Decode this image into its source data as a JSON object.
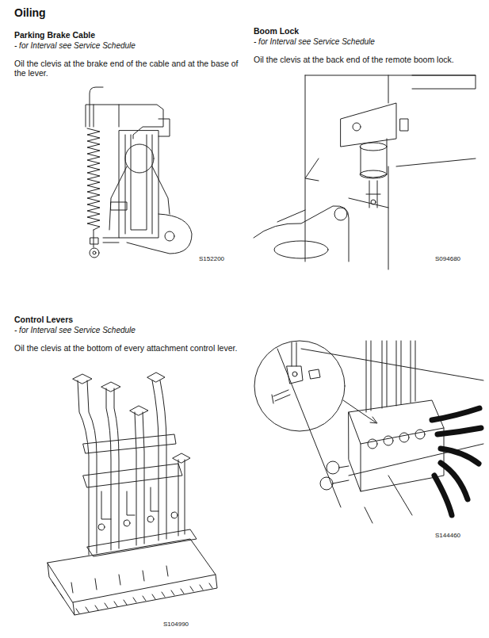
{
  "diagram": {
    "title": "Oiling",
    "labels": [
      "Parking Brake Cable",
      "- for Interval see Service Schedule",
      "Oil the clevis at the brake end of the cable and at the base of the lever.",
      "S152200",
      "Boom Lock",
      "- for Interval see Service Schedule",
      "Oil the clevis at the back end of the remote boom lock.",
      "S094680",
      "Control Levers",
      "- for Interval see Service Schedule",
      "Oil the clevis at the bottom of every attachment control lever.",
      "S104990",
      "S144460"
    ]
  }
}
